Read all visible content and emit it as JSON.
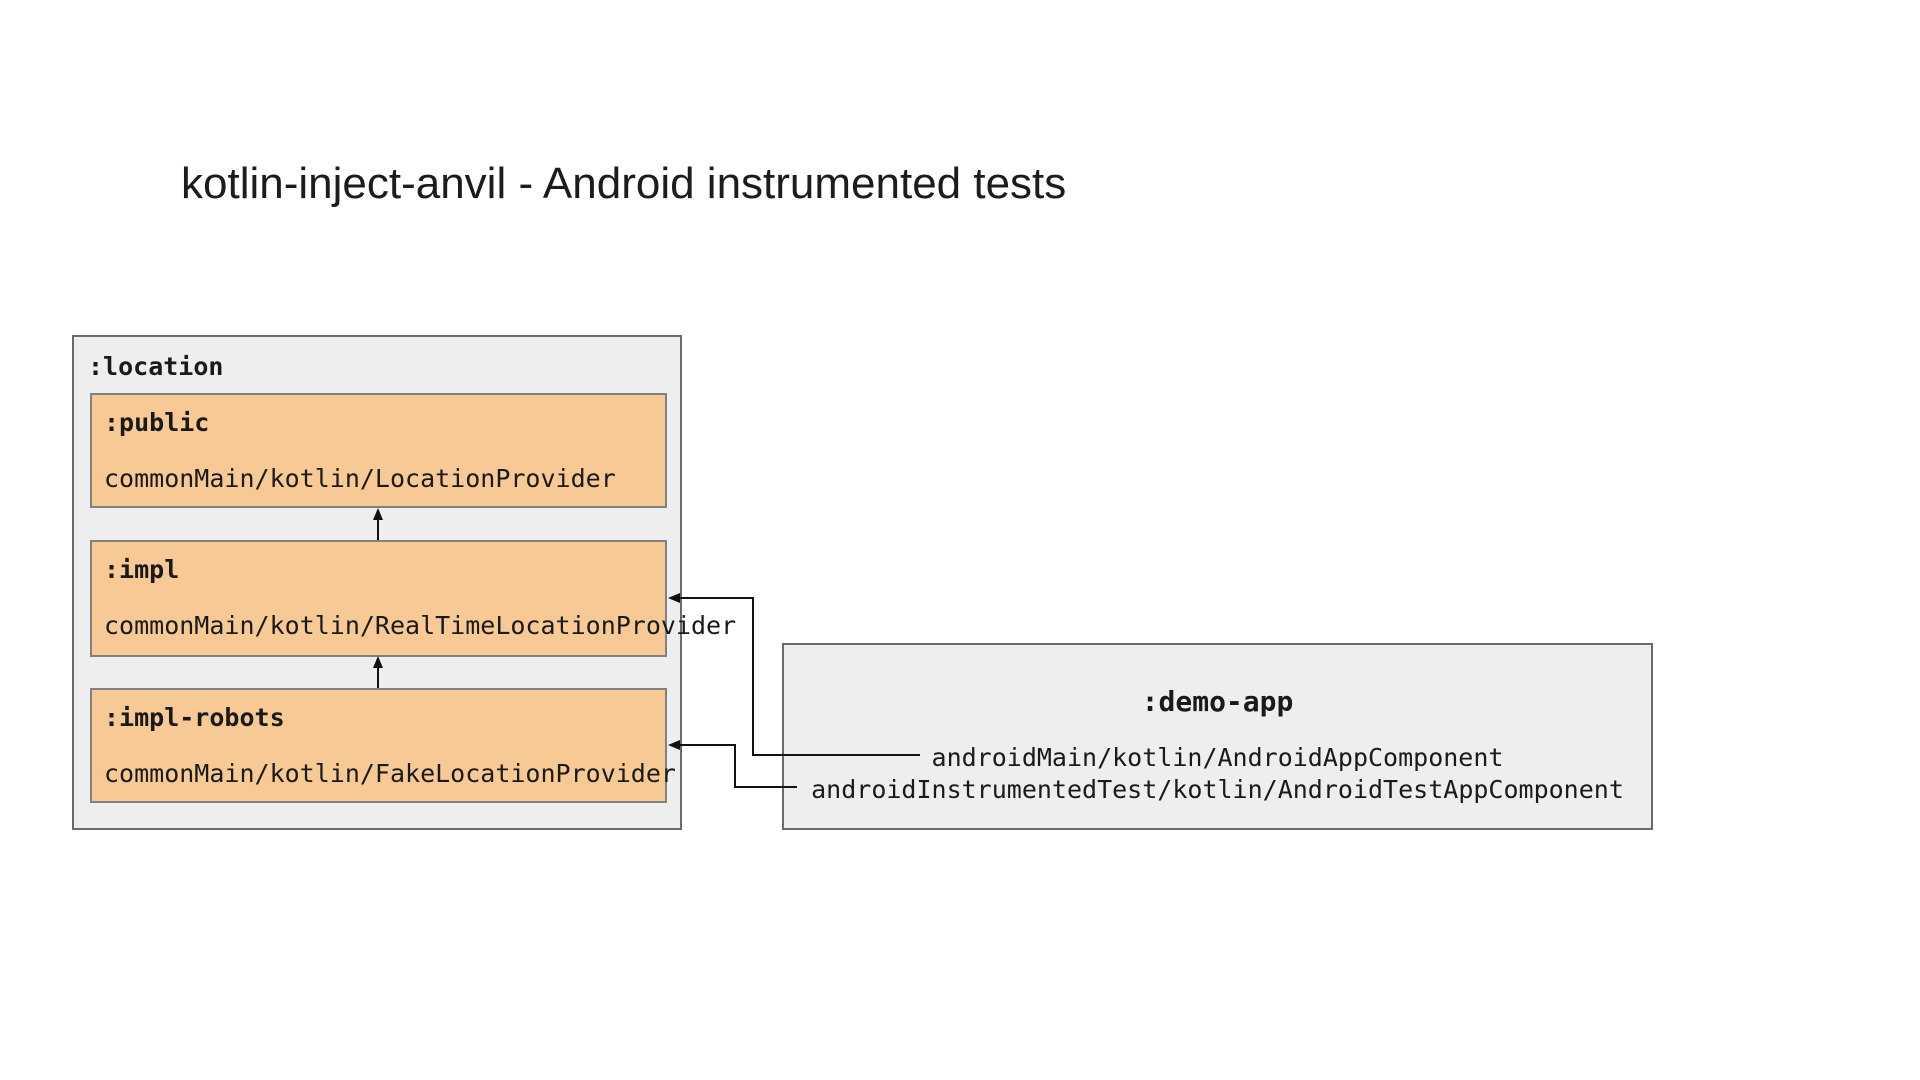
{
  "page": {
    "title": "kotlin-inject-anvil - Android instrumented tests"
  },
  "diagram": {
    "location_group": {
      "label": ":location",
      "modules": [
        {
          "name": ":public",
          "file": "commonMain/kotlin/LocationProvider"
        },
        {
          "name": ":impl",
          "file": "commonMain/kotlin/RealTimeLocationProvider"
        },
        {
          "name": ":impl-robots",
          "file": "commonMain/kotlin/FakeLocationProvider"
        }
      ]
    },
    "demo_app_group": {
      "label": ":demo-app",
      "files": [
        "androidMain/kotlin/AndroidAppComponent",
        "androidInstrumentedTest/kotlin/AndroidTestAppComponent"
      ]
    },
    "colors": {
      "module_fill": "#f7c994",
      "module_border": "#818181",
      "group_fill": "#eeeeee",
      "group_border": "#6a6a6a",
      "connector": "#111111",
      "text": "#1a1a1a"
    }
  }
}
